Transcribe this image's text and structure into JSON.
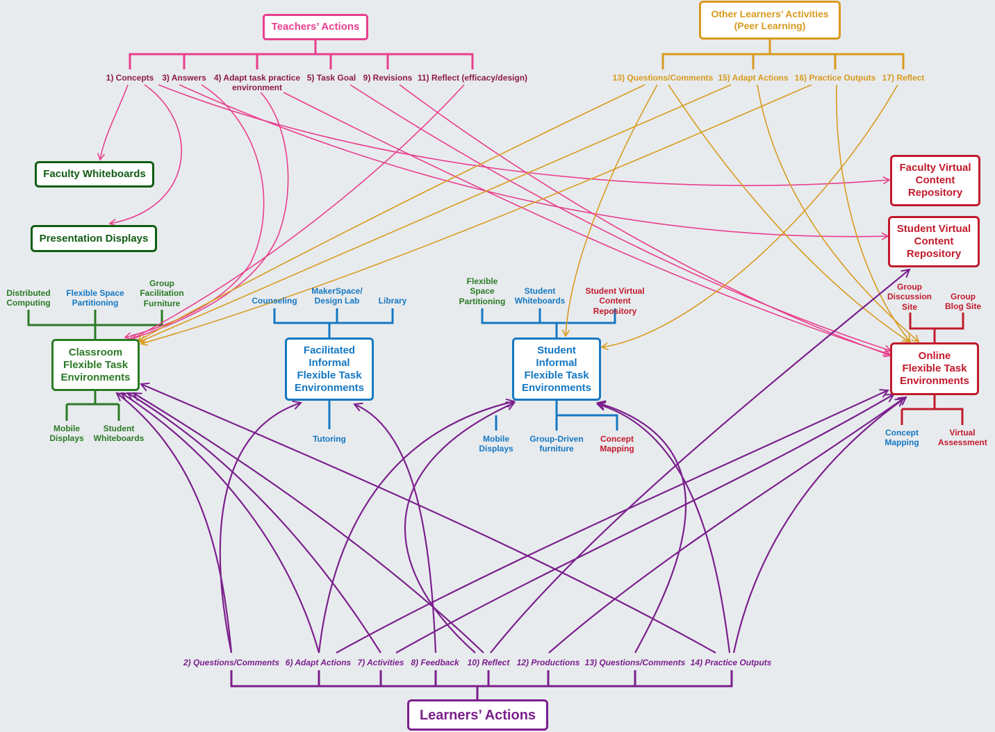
{
  "colors": {
    "teachers": "#e83e8c",
    "peers": "#d89a1e",
    "learners": "#7a1f8c",
    "classroom": "#2a7a24",
    "informal": "#1477c2",
    "online": "#c11a2c"
  },
  "teachers": {
    "title": "Teachers’ Actions",
    "items": [
      "1) Concepts",
      "3) Answers",
      "4) Adapt task practice environment",
      "5) Task Goal",
      "9) Revisions",
      "11) Reflect (efficacy/design)"
    ]
  },
  "peers": {
    "title": "Other Learners’ Activities (Peer Learning)",
    "items": [
      "13) Questions/Comments",
      "15) Adapt Actions",
      "16) Practice Outputs",
      "17) Reflect"
    ]
  },
  "learners": {
    "title": "Learners’ Actions",
    "items": [
      "2) Questions/Comments",
      "6) Adapt Actions",
      "7) Activities",
      "8) Feedback",
      "10) Reflect",
      "12) Productions",
      "13) Questions/Comments",
      "14) Practice Outputs"
    ]
  },
  "resources": {
    "faculty_whiteboards": "Faculty Whiteboards",
    "presentation_displays": "Presentation Displays",
    "faculty_repo": "Faculty Virtual Content Repository",
    "student_repo": "Student Virtual Content Repository"
  },
  "classroom": {
    "title": "Classroom Flexible Task Environments",
    "top": [
      "Distributed Computing",
      "Flexible Space Partitioning",
      "Group Facilitation Furniture"
    ],
    "bottom": [
      "Mobile Displays",
      "Student Whiteboards"
    ]
  },
  "facilitated": {
    "title": "Facilitated Informal Flexible Task Environments",
    "top": [
      "Counseling",
      "MakerSpace/ Design Lab",
      "Library"
    ],
    "bottom": [
      "Tutoring"
    ]
  },
  "student_informal": {
    "title": "Student Informal Flexible Task Environments",
    "top": [
      "Flexible Space Partitioning",
      "Student Whiteboards",
      "Student Virtual Content Repository"
    ],
    "bottom": [
      "Mobile Displays",
      "Group-Driven furniture",
      "Concept Mapping"
    ]
  },
  "online": {
    "title": "Online Flexible Task Environments",
    "top": [
      "Group Discussion Site",
      "Group Blog Site"
    ],
    "bottom": [
      "Concept Mapping",
      "Virtual Assessment"
    ]
  }
}
